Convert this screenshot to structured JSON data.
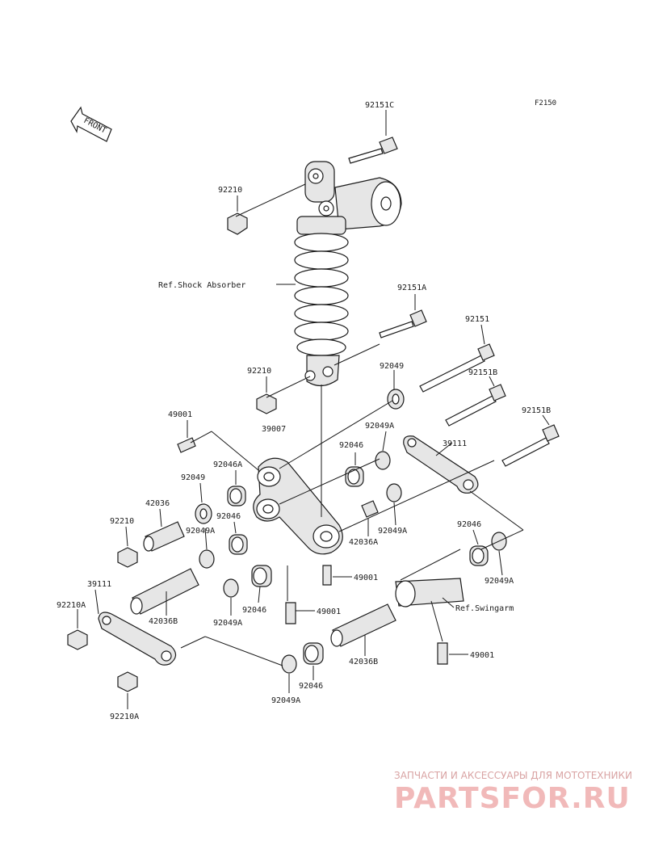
{
  "diagram": {
    "figure_code": "F2150",
    "front_label": "FRONT",
    "refs": {
      "shock_absorber": "Ref.Shock Absorber",
      "swingarm": "Ref.Swingarm"
    },
    "callouts": [
      {
        "id": "c-92151c",
        "text": "92151C"
      },
      {
        "id": "c-92210-top",
        "text": "92210"
      },
      {
        "id": "c-92151a",
        "text": "92151A"
      },
      {
        "id": "c-92151",
        "text": "92151"
      },
      {
        "id": "c-92210-mid",
        "text": "92210"
      },
      {
        "id": "c-92049-top",
        "text": "92049"
      },
      {
        "id": "c-92151b-1",
        "text": "92151B"
      },
      {
        "id": "c-92151b-2",
        "text": "92151B"
      },
      {
        "id": "c-49001-top",
        "text": "49001"
      },
      {
        "id": "c-39007",
        "text": "39007"
      },
      {
        "id": "c-92049a-top",
        "text": "92049A"
      },
      {
        "id": "c-39111-right",
        "text": "39111"
      },
      {
        "id": "c-92046-top",
        "text": "92046"
      },
      {
        "id": "c-92046a",
        "text": "92046A"
      },
      {
        "id": "c-92049-left",
        "text": "92049"
      },
      {
        "id": "c-42036",
        "text": "42036"
      },
      {
        "id": "c-92210-left",
        "text": "92210"
      },
      {
        "id": "c-92046-left",
        "text": "92046"
      },
      {
        "id": "c-92049a-left",
        "text": "92049A"
      },
      {
        "id": "c-42036a",
        "text": "42036A"
      },
      {
        "id": "c-92049a-mid",
        "text": "92049A"
      },
      {
        "id": "c-92046-right",
        "text": "92046"
      },
      {
        "id": "c-92049a-right",
        "text": "92049A"
      },
      {
        "id": "c-49001-mid",
        "text": "49001"
      },
      {
        "id": "c-39111-left",
        "text": "39111"
      },
      {
        "id": "c-92210a-top",
        "text": "92210A"
      },
      {
        "id": "c-42036b-left",
        "text": "42036B"
      },
      {
        "id": "c-92046-low",
        "text": "92046"
      },
      {
        "id": "c-92049a-low",
        "text": "92049A"
      },
      {
        "id": "c-49001-low",
        "text": "49001"
      },
      {
        "id": "c-49001-right",
        "text": "49001"
      },
      {
        "id": "c-42036b-right",
        "text": "42036B"
      },
      {
        "id": "c-92046-bottom",
        "text": "92046"
      },
      {
        "id": "c-92049a-bottom",
        "text": "92049A"
      },
      {
        "id": "c-92210a-bottom",
        "text": "92210A"
      }
    ]
  },
  "watermark": {
    "tagline": "ЗАПЧАСТИ И АКСЕССУАРЫ ДЛЯ МОТОТЕХНИКИ",
    "brand": "PARTSFOR.RU"
  }
}
